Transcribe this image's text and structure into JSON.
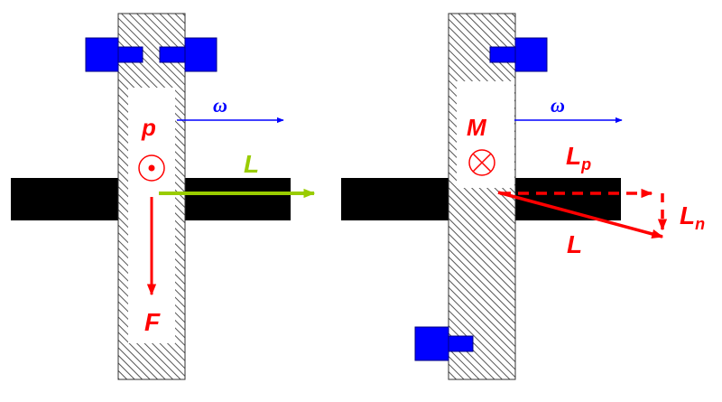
{
  "colors": {
    "background": "#ffffff",
    "shaft": "#000000",
    "hatch": "#555555",
    "bearing": "#0000ff",
    "omega": "#0000ff",
    "force": "#ff0000",
    "momentum_left": "#99cc00",
    "momentum_right": "#ff0000",
    "mass_marker": "#ff0000"
  },
  "left": {
    "omega_label": "ω",
    "mass_label": "p",
    "momentum_label": "L",
    "force_label": "F",
    "mass_symbol": "dot-in-circle-icon"
  },
  "right": {
    "omega_label": "ω",
    "mass_label": "M",
    "momentum_label": "L",
    "momentum_parallel_label": "L",
    "momentum_parallel_sub": "p",
    "momentum_normal_label": "L",
    "momentum_normal_sub": "n",
    "mass_symbol": "cross-in-circle-icon"
  }
}
